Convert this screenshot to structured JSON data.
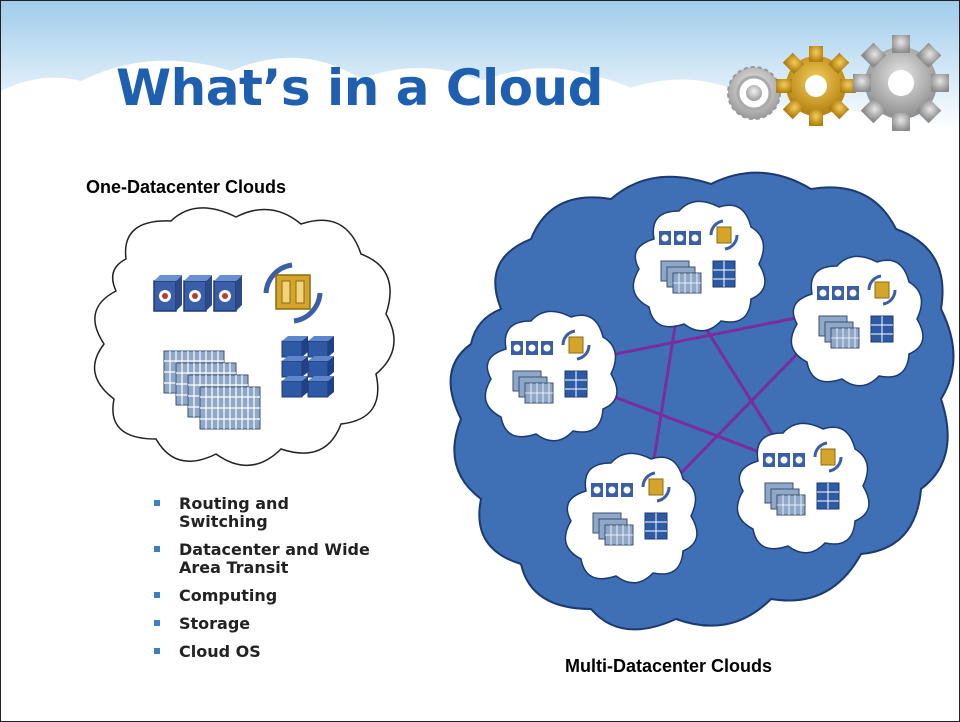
{
  "slide": {
    "title": "What’s in a Cloud",
    "left_heading": "One-Datacenter Clouds",
    "right_heading": "Multi-Datacenter Clouds",
    "bullets": [
      "Routing and Switching",
      "Datacenter and Wide Area Transit",
      "Computing",
      "Storage",
      "Cloud OS"
    ]
  },
  "icons": {
    "gears": "gears-icon",
    "router": "router-icon",
    "switch": "switch-icon",
    "server": "server-rack-icon",
    "storage": "storage-array-icon"
  },
  "colors": {
    "title": "#1f5fb0",
    "cloud_fill": "#3f6fb5",
    "link": "#7b2c9e",
    "gear_gold": "#d6a72b",
    "bullet": "#3b7fc4"
  }
}
